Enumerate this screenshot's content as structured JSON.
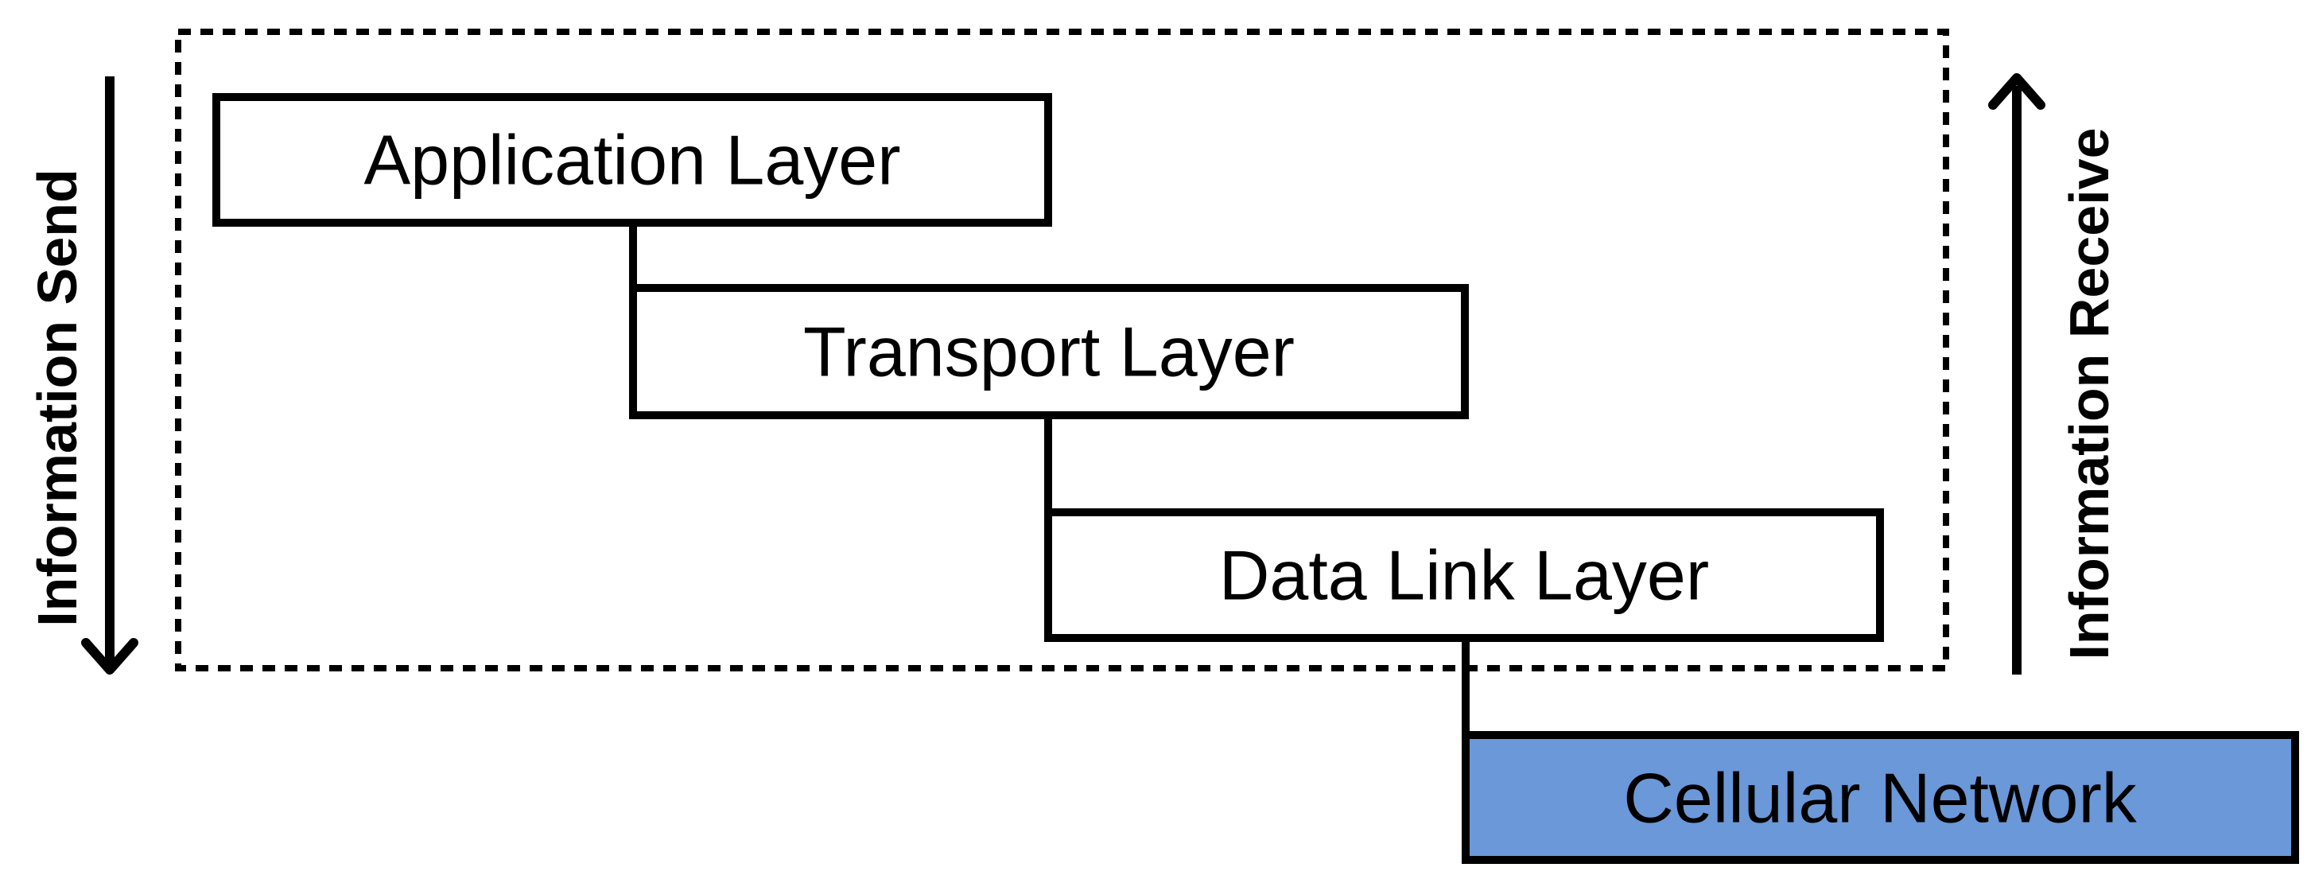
{
  "colors": {
    "line": "#000000",
    "box_fill": "#ffffff",
    "network_fill": "#6a98d8"
  },
  "layers": [
    {
      "label": "Application Layer"
    },
    {
      "label": "Transport Layer"
    },
    {
      "label": "Data Link Layer"
    }
  ],
  "network": {
    "label": "Cellular Network"
  },
  "arrows": {
    "send": {
      "label": "Information Send",
      "direction": "down"
    },
    "receive": {
      "label": "Information Receive",
      "direction": "up"
    }
  }
}
